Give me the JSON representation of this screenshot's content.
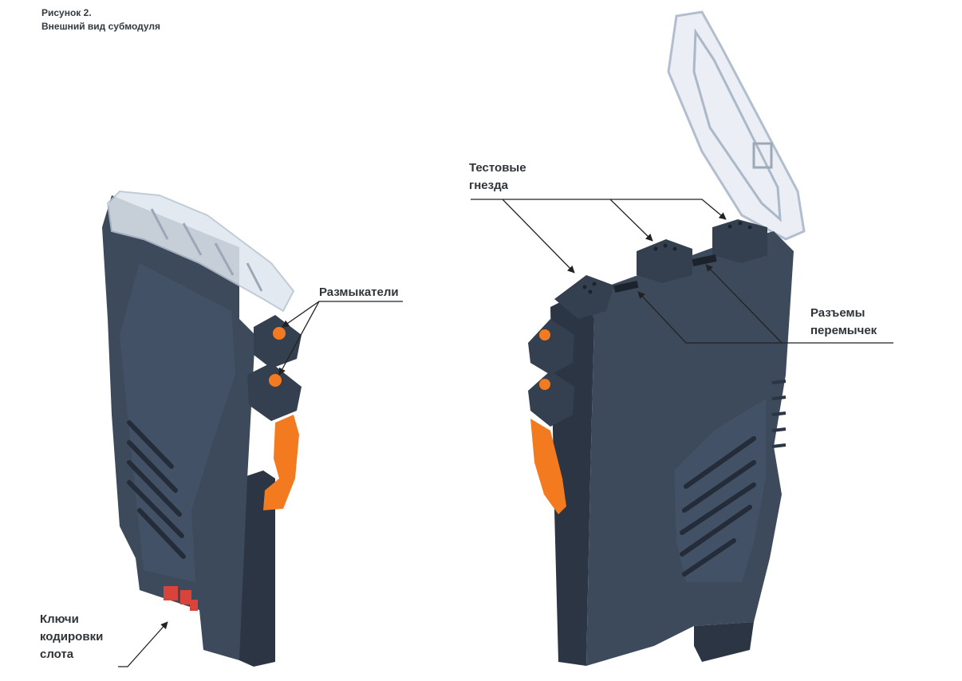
{
  "caption": {
    "figure_number": "Рисунок 2.",
    "title": "Внешний вид субмодуля"
  },
  "callouts": {
    "breakers": [
      "Размыкатели"
    ],
    "test_sockets": [
      "Тестовые",
      "гнезда"
    ],
    "jumper_connectors": [
      "Разъемы",
      "перемычек"
    ],
    "slot_coding_keys": [
      "Ключи",
      "кодировки",
      "слота"
    ]
  },
  "colors": {
    "housing": "#3d4a5c",
    "housing_dark": "#2b3543",
    "housing_light": "#4a586b",
    "accent_orange": "#f47a20",
    "coding_key_red": "#d9433a",
    "cover_transparent": "#dfe6ee",
    "leader_line": "#222222"
  }
}
